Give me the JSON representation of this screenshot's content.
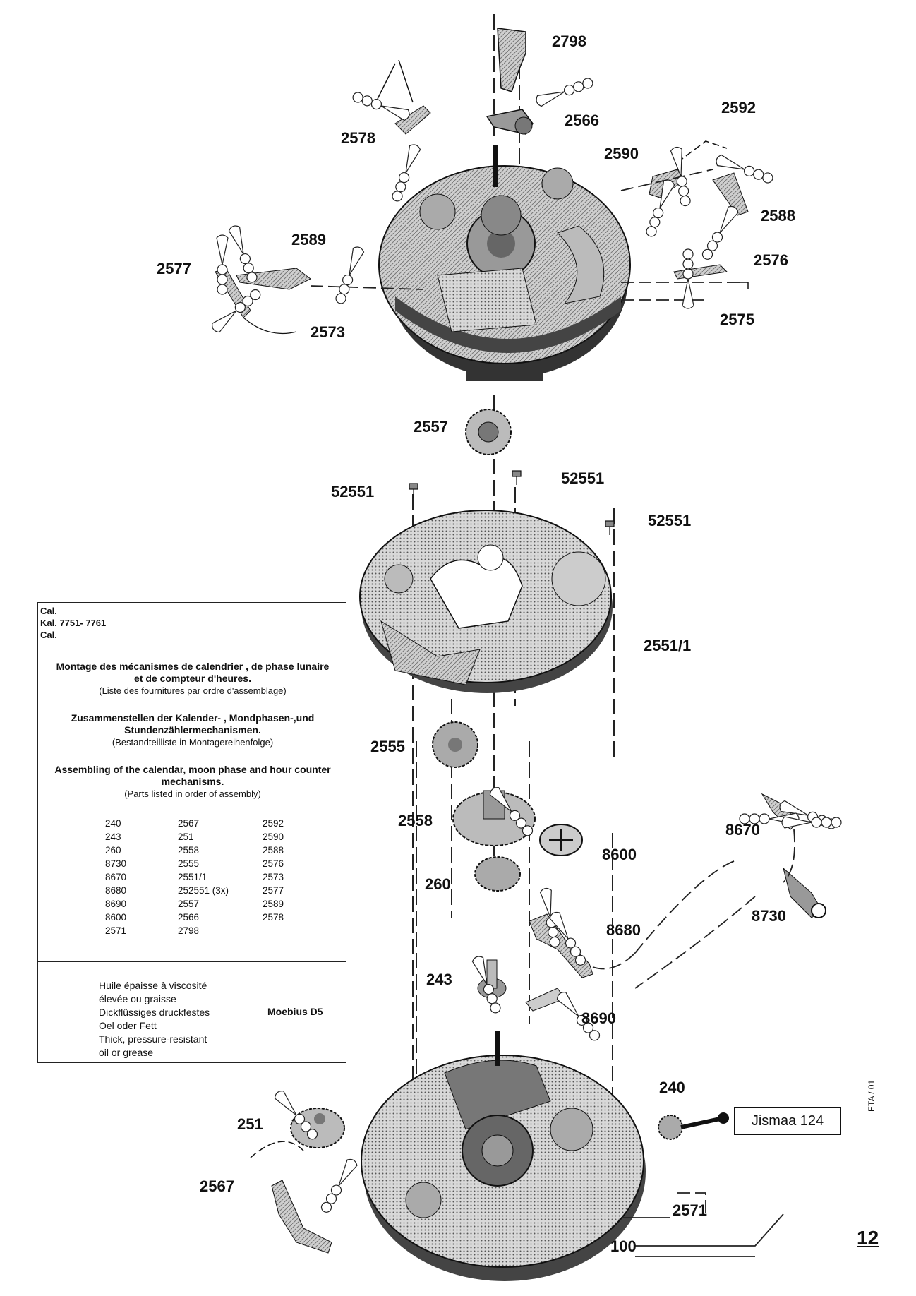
{
  "labels": {
    "p2798": "2798",
    "p2566": "2566",
    "p2592": "2592",
    "p2578": "2578",
    "p2590": "2590",
    "p2588": "2588",
    "p2589": "2589",
    "p2577": "2577",
    "p2576": "2576",
    "p2575": "2575",
    "p2573": "2573",
    "p2557": "2557",
    "p52551a": "52551",
    "p52551b": "52551",
    "p52551c": "52551",
    "p2551_1": "2551/1",
    "p2555": "2555",
    "p2558": "2558",
    "p8670": "8670",
    "p8600": "8600",
    "p260": "260",
    "p8730": "8730",
    "p8680": "8680",
    "p243": "243",
    "p8690": "8690",
    "p240": "240",
    "p251": "251",
    "p2567": "2567",
    "p2571": "2571",
    "p100": "100"
  },
  "legend": {
    "cal1": "Cal.",
    "kal": "Kal.  7751- 7761",
    "cal2": "Cal.",
    "fr_title1": "Montage des mécanismes de calendrier , de phase lunaire",
    "fr_title2": "et de compteur d'heures.",
    "fr_sub": "(Liste des fournitures par ordre d'assemblage)",
    "de_title1": "Zusammenstellen der Kalender- , Mondphasen-,und",
    "de_title2": "Stundenzählermechanismen.",
    "de_sub": "(Bestandteilliste in Montagereihenfolge)",
    "en_title1": "Assembling of the calendar, moon phase and  hour counter",
    "en_title2": "mechanisms.",
    "en_sub": "(Parts listed in order of assembly)",
    "col1": [
      "240",
      "243",
      "260",
      "8730",
      "8670",
      "8680",
      "8690",
      "8600",
      "2571"
    ],
    "col2": [
      "2567",
      "251",
      "2558",
      "2555",
      "2551/1",
      "252551 (3x)",
      "2557",
      "2566",
      "2798"
    ],
    "col3": [
      "2592",
      "2590",
      "2588",
      "2576",
      "2573",
      "2577",
      "2589",
      "2578"
    ],
    "oil_lines": [
      "Huile épaisse à viscosité",
      "élevée ou graisse",
      "Dickflüssiges druckfestes",
      "Oel oder Fett",
      "Thick, pressure-resistant",
      "oil or grease"
    ],
    "oil_brand": "Moebius D5"
  },
  "jisma": "Jismaa  124",
  "page_number": "12",
  "side_mark": "ETA / 01"
}
